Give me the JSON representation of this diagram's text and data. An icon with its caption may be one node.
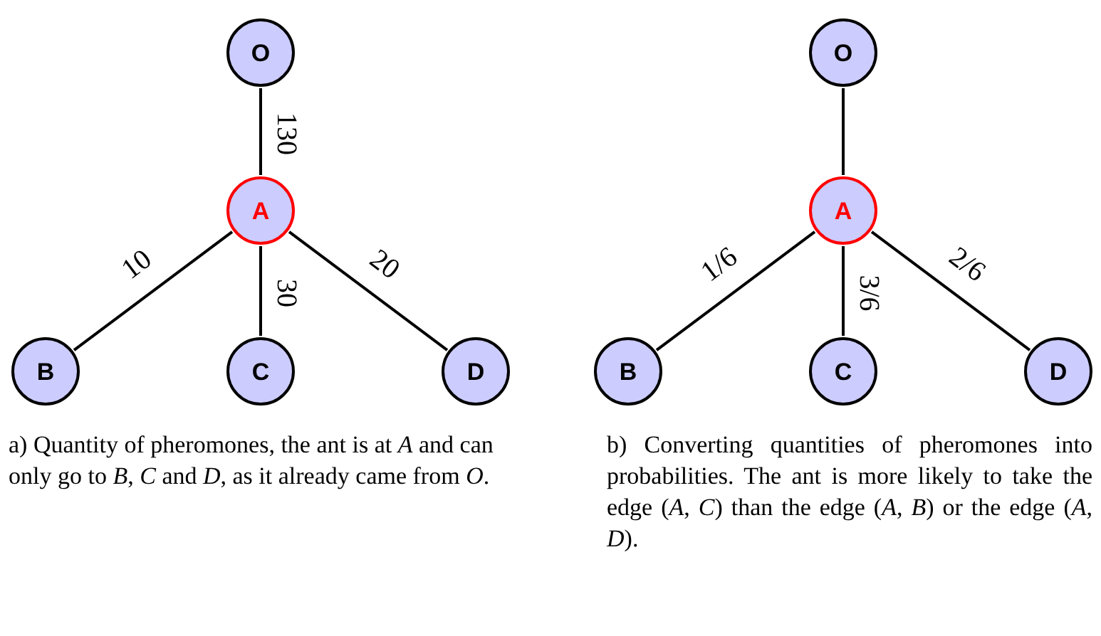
{
  "diagram": {
    "nodes": [
      {
        "text": [
          "O"
        ]
      },
      {
        "text": [
          "A"
        ]
      },
      {
        "text": [
          "B"
        ]
      },
      {
        "text": [
          "C"
        ]
      },
      {
        "text": [
          "D"
        ]
      },
      {
        "text": [
          "O"
        ]
      },
      {
        "text": [
          "A"
        ]
      },
      {
        "text": [
          "B"
        ]
      },
      {
        "text": [
          "C"
        ]
      },
      {
        "text": [
          "D"
        ]
      }
    ],
    "edges": [
      {
        "from": 0,
        "to": 1,
        "arrow": "none",
        "label": "130"
      },
      {
        "from": 1,
        "to": 2,
        "arrow": "none",
        "label": "10"
      },
      {
        "from": 1,
        "to": 3,
        "arrow": "none",
        "label": "30"
      },
      {
        "from": 1,
        "to": 4,
        "arrow": "none",
        "label": "20"
      },
      {
        "from": 5,
        "to": 6,
        "arrow": "none"
      },
      {
        "from": 6,
        "to": 7,
        "arrow": "none",
        "label": "1/6"
      },
      {
        "from": 6,
        "to": 8,
        "arrow": "none",
        "label": "3/6"
      },
      {
        "from": 6,
        "to": 9,
        "arrow": "none",
        "label": "2/6"
      }
    ],
    "labels": [
      "a) Quantity of pheromones, the ant is at *A* and can only go to *B*, *C* and *D*, as it already came from *O*.",
      "b) Converting quantities of pheromones into probabilities. The ant is more likely to take the edge (*A*, *C*) than the edge (*A*, *B*) or the edge (*A*, *D*)."
    ]
  }
}
